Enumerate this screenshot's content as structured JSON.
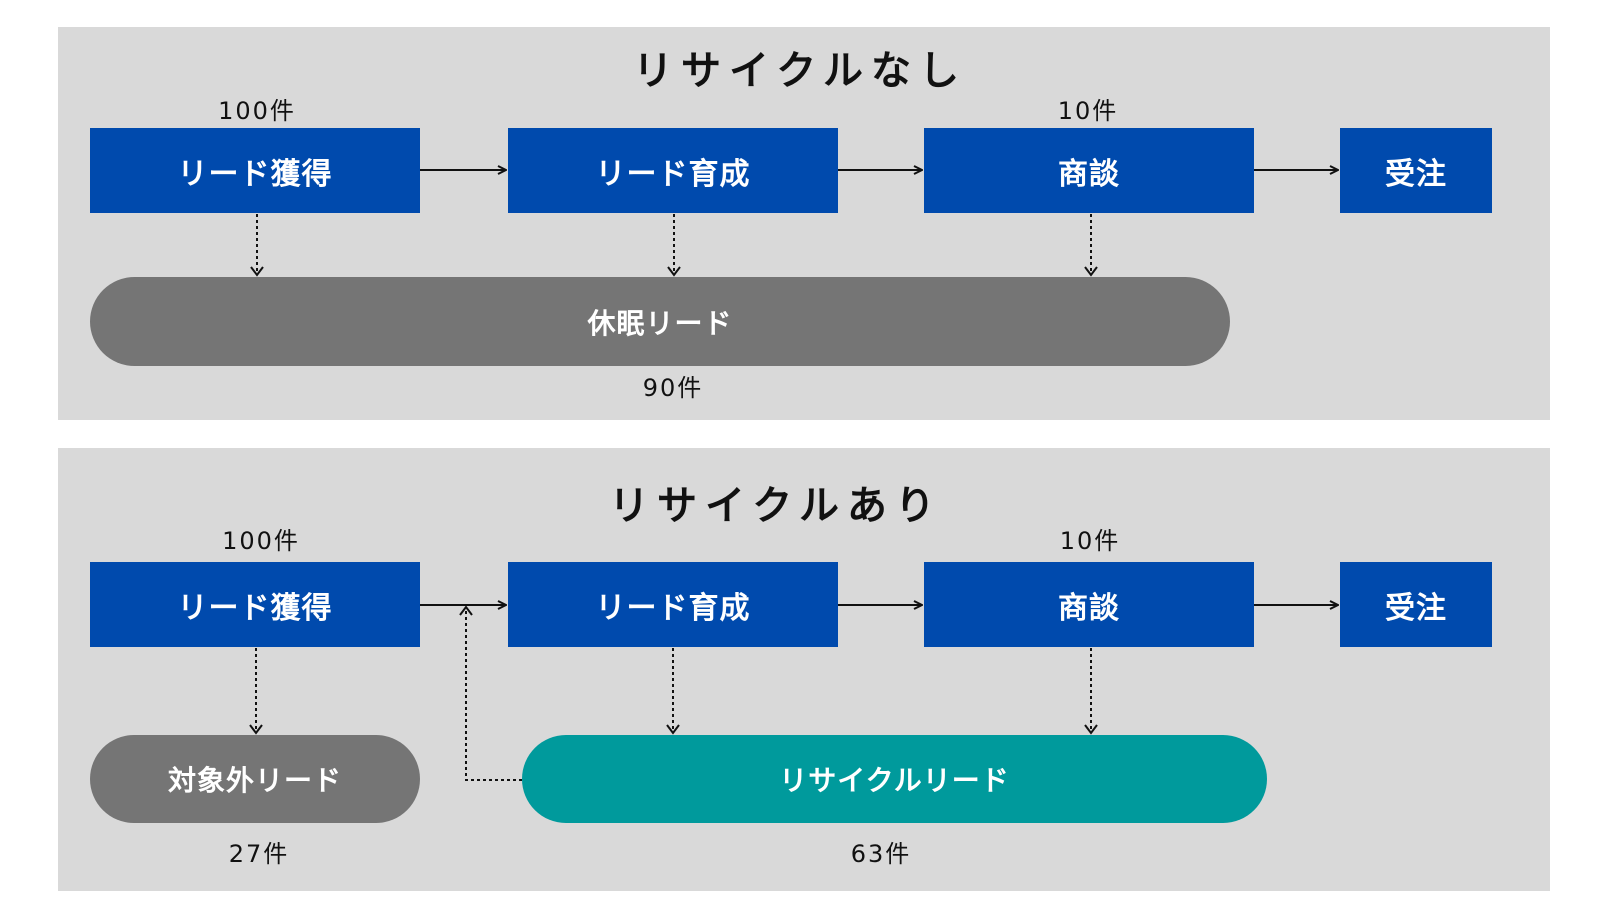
{
  "without_recycle": {
    "title": "リサイクルなし",
    "count_acquisition": "100件",
    "count_negotiation": "10件",
    "steps": [
      "リード獲得",
      "リード育成",
      "商談",
      "受注"
    ],
    "dormant_label": "休眠リード",
    "dormant_count": "90件"
  },
  "with_recycle": {
    "title": "リサイクルあり",
    "count_acquisition": "100件",
    "count_negotiation": "10件",
    "steps": [
      "リード獲得",
      "リード育成",
      "商談",
      "受注"
    ],
    "excluded_label": "対象外リード",
    "excluded_count": "27件",
    "recycle_label": "リサイクルリード",
    "recycle_count": "63件"
  },
  "colors": {
    "panel": "#d9d9d9",
    "step_box": "#004aad",
    "dormant_pill": "#757575",
    "recycle_pill": "#009a9c"
  }
}
